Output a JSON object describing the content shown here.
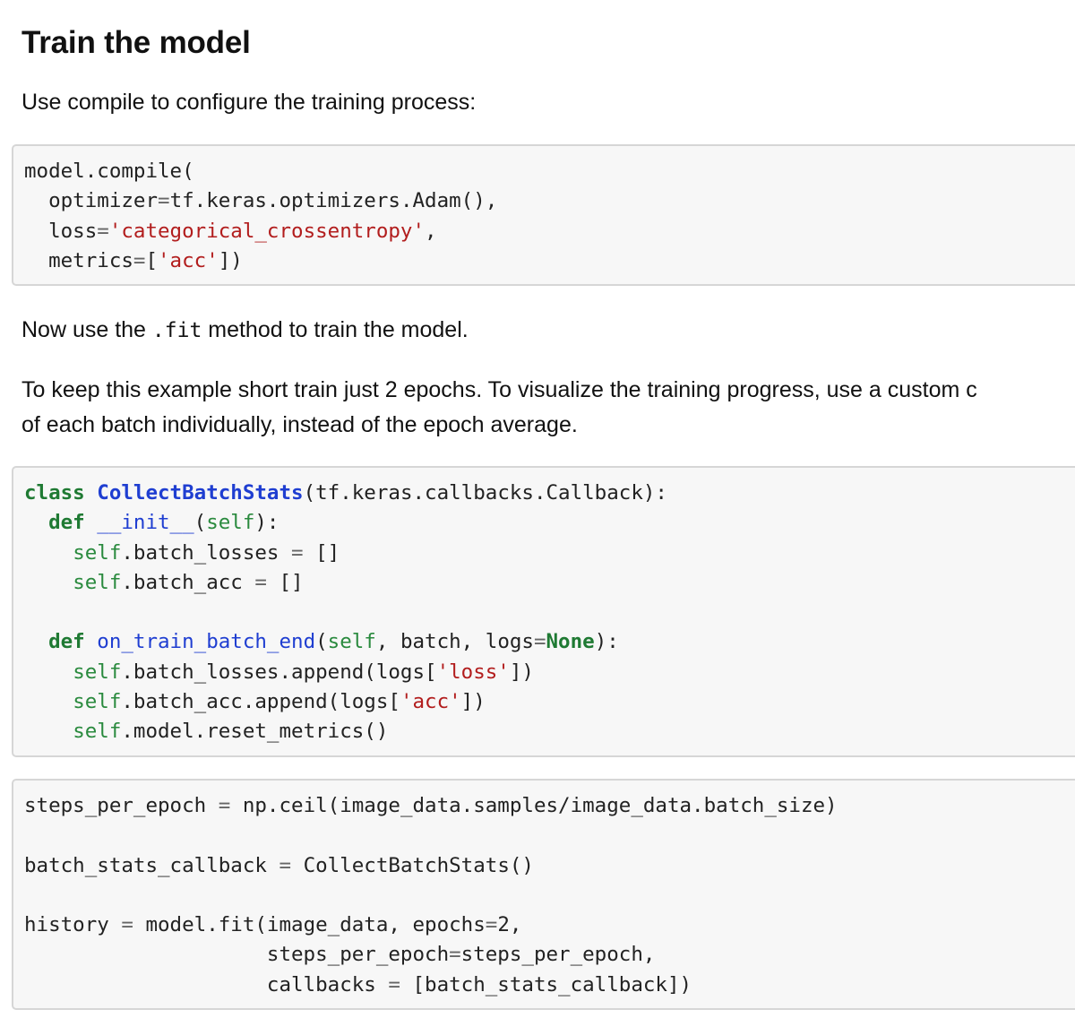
{
  "heading": "Train the model",
  "intro": "Use compile to configure the training process:",
  "fit_text": {
    "before": "Now use the ",
    "code": ".fit",
    "after": " method to train the model."
  },
  "epochs_text": {
    "line1": "To keep this example short train just 2 epochs. To visualize the training progress, use a custom c",
    "line2": "of each batch individually, instead of the epoch average."
  },
  "code_compile": [
    "model.compile(",
    "  optimizer=tf.keras.optimizers.Adam(),",
    "  loss='categorical_crossentropy',",
    "  metrics=['acc'])"
  ],
  "code_callback": [
    "class CollectBatchStats(tf.keras.callbacks.Callback):",
    "  def __init__(self):",
    "    self.batch_losses = []",
    "    self.batch_acc = []",
    "",
    "  def on_train_batch_end(self, batch, logs=None):",
    "    self.batch_losses.append(logs['loss'])",
    "    self.batch_acc.append(logs['acc'])",
    "    self.model.reset_metrics()"
  ],
  "code_fit": [
    "steps_per_epoch = np.ceil(image_data.samples/image_data.batch_size)",
    "",
    "batch_stats_callback = CollectBatchStats()",
    "",
    "history = model.fit(image_data, epochs=2,",
    "                    steps_per_epoch=steps_per_epoch,",
    "                    callbacks = [batch_stats_callback])"
  ],
  "colors": {
    "keyword": "#1f7a33",
    "class_name": "#1f3ed1",
    "function_name": "#1f3ed1",
    "string": "#b21d1d",
    "self": "#2a8a3e",
    "code_background": "#f7f7f7",
    "code_border": "#d6d6d6"
  }
}
